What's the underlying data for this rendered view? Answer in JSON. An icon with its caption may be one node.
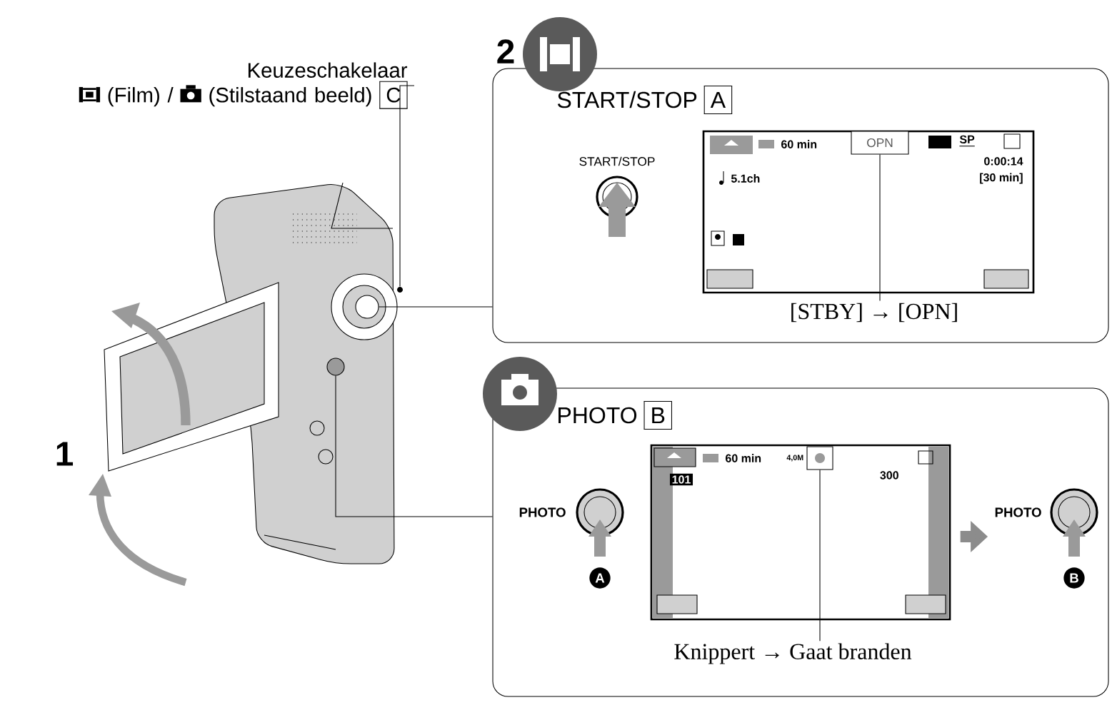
{
  "diagram": {
    "nodes": [
      {
        "text": [
          "Keuzeschakelaar",
          "(Film) /",
          "(Stilstaand beeld)",
          "C"
        ]
      },
      {
        "text": [],
        "shape": "circle"
      },
      {
        "text": [],
        "shape": "circle"
      },
      {
        "text": [],
        "shape": "circle"
      },
      {
        "text": [
          "START/STOP",
          "A"
        ]
      },
      {
        "text": [
          "START/STOP"
        ],
        "in": 4
      },
      {
        "text": [
          "60 min",
          "5.1ch",
          "SP",
          "0:00:14",
          "[30 min]"
        ],
        "in": 4
      },
      {
        "text": [
          "OPN"
        ],
        "in": 6
      },
      {
        "text": [
          "[STBY] → [OPN]"
        ],
        "in": 4
      },
      {
        "text": [
          "PHOTO",
          "B"
        ]
      },
      {
        "text": [
          "PHOTO"
        ],
        "beside": [
          "A"
        ],
        "in": 9
      },
      {
        "text": [
          "60 min",
          "4,0M",
          "300"
        ],
        "in": 9
      },
      {
        "text": [],
        "shape": "box",
        "in": 11
      },
      {
        "text": [
          "PHOTO"
        ],
        "beside": [
          "B"
        ],
        "in": 9
      },
      {
        "text": [
          "Knippert → Gaat branden"
        ],
        "in": 9
      },
      {
        "text": [
          "101"
        ],
        "in": 11
      }
    ],
    "edges": [
      {
        "from": 0,
        "to": 1,
        "arrow": "none"
      },
      {
        "from": 4,
        "to": 2,
        "arrow": "none"
      },
      {
        "from": 9,
        "to": 3,
        "arrow": "none"
      },
      {
        "from": 8,
        "to": 7,
        "arrow": "none"
      },
      {
        "from": 14,
        "to": 12,
        "arrow": "none"
      },
      {
        "from": 11,
        "to": 13,
        "arrow": "to",
        "style": "thick",
        "color": "#8c8c8c"
      }
    ],
    "labels": [
      "1",
      "2"
    ]
  }
}
